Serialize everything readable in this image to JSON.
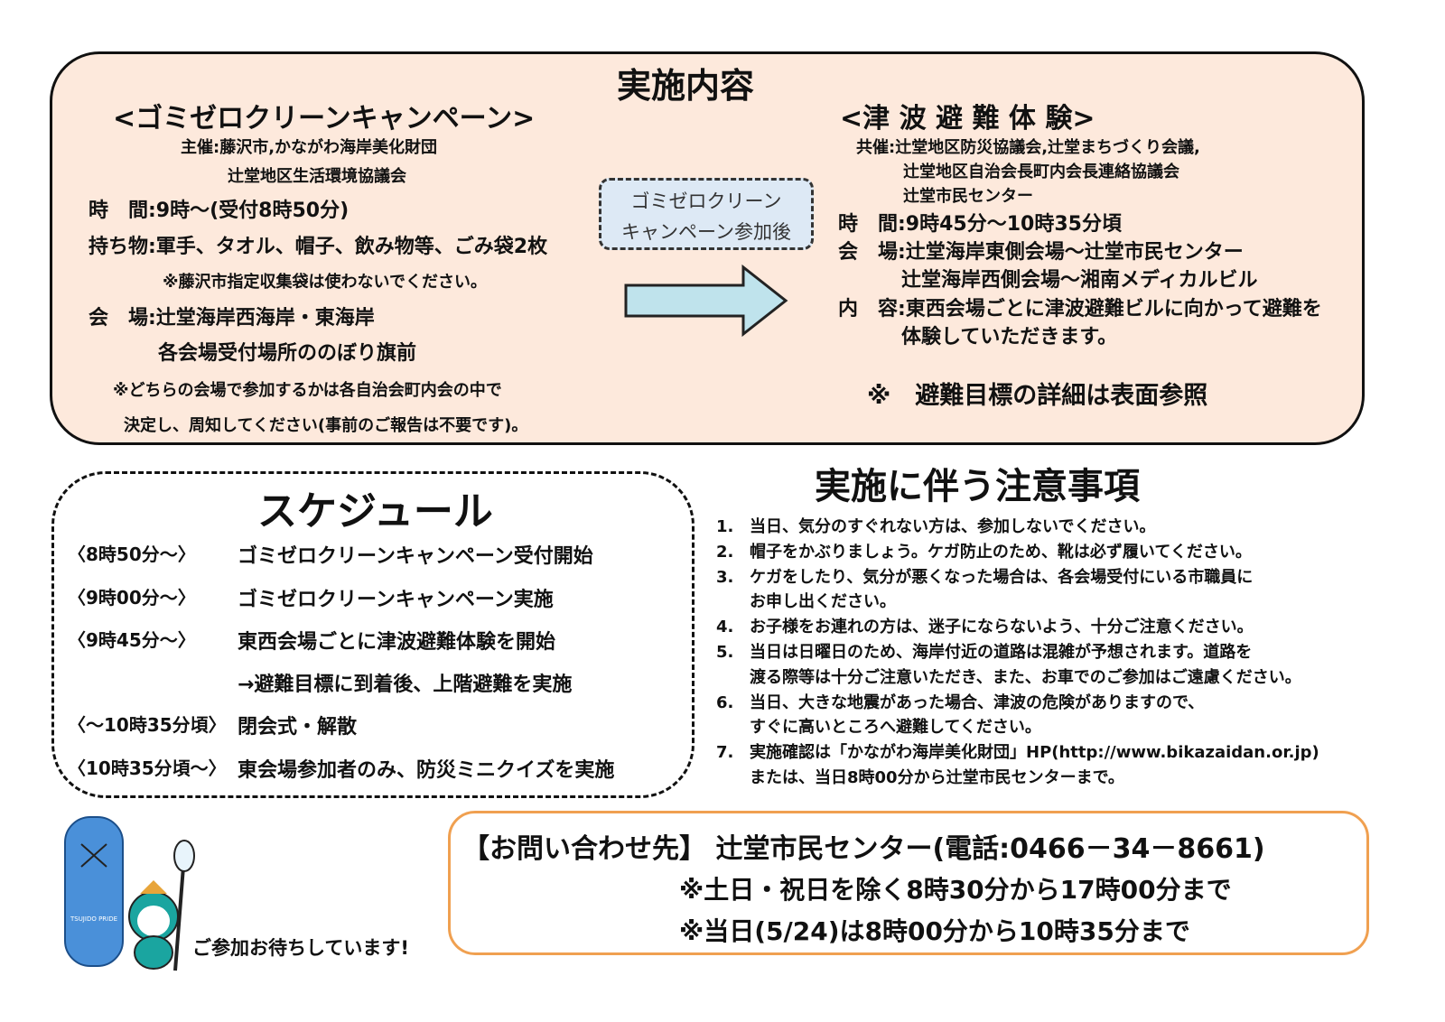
{
  "overview": {
    "title": "実施内容",
    "cleanup": {
      "heading": "<ゴミゼロクリーンキャンペーン>",
      "organizer_1": "主催:藤沢市,かながわ海岸美化財団",
      "organizer_2": "辻堂地区生活環境協議会",
      "time": "時　間:9時～(受付8時50分)",
      "items": "持ち物:軍手、タオル、帽子、飲み物等、ごみ袋2枚",
      "items_note": "※藤沢市指定収集袋は使わないでください。",
      "venue": "会　場:辻堂海岸西海岸・東海岸",
      "venue_2": "各会場受付場所ののぼり旗前",
      "note_1": "※どちらの会場で参加するかは各自治会町内会の中で",
      "note_2": "決定し、周知してください(事前のご報告は不要です)。"
    },
    "bridge": {
      "line1": "ゴミゼロクリーン",
      "line2": "キャンペーン参加後"
    },
    "tsunami": {
      "heading": "<津 波 避 難 体 験>",
      "co_1": "共催:辻堂地区防災協議会,辻堂まちづくり会議,",
      "co_2": "辻堂地区自治会長町内会長連絡協議会",
      "co_3": "辻堂市民センター",
      "time": "時　間:9時45分～10時35分頃",
      "venue_1": "会　場:辻堂海岸東側会場～辻堂市民センター",
      "venue_2": "辻堂海岸西側会場～湘南メディカルビル",
      "content_1": "内　容:東西会場ごとに津波避難ビルに向かって避難を",
      "content_2": "体験していただきます。",
      "note": "※　避難目標の詳細は表面参照"
    }
  },
  "schedule": {
    "title": "スケジュール",
    "rows": [
      {
        "time": "〈8時50分～〉",
        "text": "ゴミゼロクリーンキャンペーン受付開始"
      },
      {
        "time": "〈9時00分～〉",
        "text": "ゴミゼロクリーンキャンペーン実施"
      },
      {
        "time": "〈9時45分～〉",
        "text": "東西会場ごとに津波避難体験を開始"
      },
      {
        "time": "",
        "text": "→避難目標に到着後、上階避難を実施"
      },
      {
        "time": "〈～10時35分頃〉",
        "text": "閉会式・解散"
      },
      {
        "time": "〈10時35分頃～〉",
        "text": "東会場参加者のみ、防災ミニクイズを実施"
      }
    ]
  },
  "notes": {
    "title": "実施に伴う注意事項",
    "items": [
      {
        "num": "1.",
        "lines": [
          "当日、気分のすぐれない方は、参加しないでください。"
        ]
      },
      {
        "num": "2.",
        "lines": [
          "帽子をかぶりましょう。ケガ防止のため、靴は必ず履いてください。"
        ]
      },
      {
        "num": "3.",
        "lines": [
          "ケガをしたり、気分が悪くなった場合は、各会場受付にいる市職員に",
          "お申し出ください。"
        ]
      },
      {
        "num": "4.",
        "lines": [
          "お子様をお連れの方は、迷子にならないよう、十分ご注意ください。"
        ]
      },
      {
        "num": "5.",
        "lines": [
          "当日は日曜日のため、海岸付近の道路は混雑が予想されます。道路を",
          "渡る際等は十分ご注意いただき、また、お車でのご参加はご遠慮ください。"
        ]
      },
      {
        "num": "6.",
        "lines": [
          "当日、大きな地震があった場合、津波の危険がありますので、",
          "すぐに高いところへ避難してください。"
        ]
      },
      {
        "num": "7.",
        "lines": [
          "実施確認は「かながわ海岸美化財団」HP(http://www.bikazaidan.or.jp)",
          "または、当日8時00分から辻堂市民センターまで。"
        ]
      }
    ]
  },
  "contact": {
    "line1": "【お問い合わせ先】 辻堂市民センター(電話:0466－34－8661)",
    "line2": "※土日・祝日を除く8時30分から17時00分まで",
    "line3": "※当日(5/24)は8時00分から10時35分まで"
  },
  "mascot": {
    "board_text": "TSUJIDO PRIDE",
    "caption": "ご参加お待ちしています!"
  },
  "colors": {
    "top_bg": "#fde9dc",
    "arrow": "#bfe3ec",
    "bridge_bg": "#dde9f5",
    "contact_border": "#f0a050"
  }
}
